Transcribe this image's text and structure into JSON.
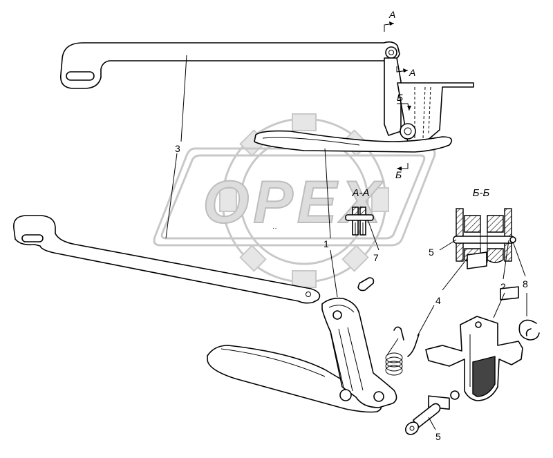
{
  "watermark": {
    "text": "OPEX",
    "color": "#cccccc"
  },
  "section_labels": {
    "aa_top": "А",
    "aa_mid": "А",
    "bb_top": "Б",
    "bb_low": "Б",
    "aa_view": "А-А",
    "bb_view": "Б-Б"
  },
  "callouts": {
    "c1": "1",
    "c2": "2",
    "c3": "3",
    "c4": "4",
    "c5a": "5",
    "c5b": "5",
    "c7": "7",
    "c8": "8"
  }
}
